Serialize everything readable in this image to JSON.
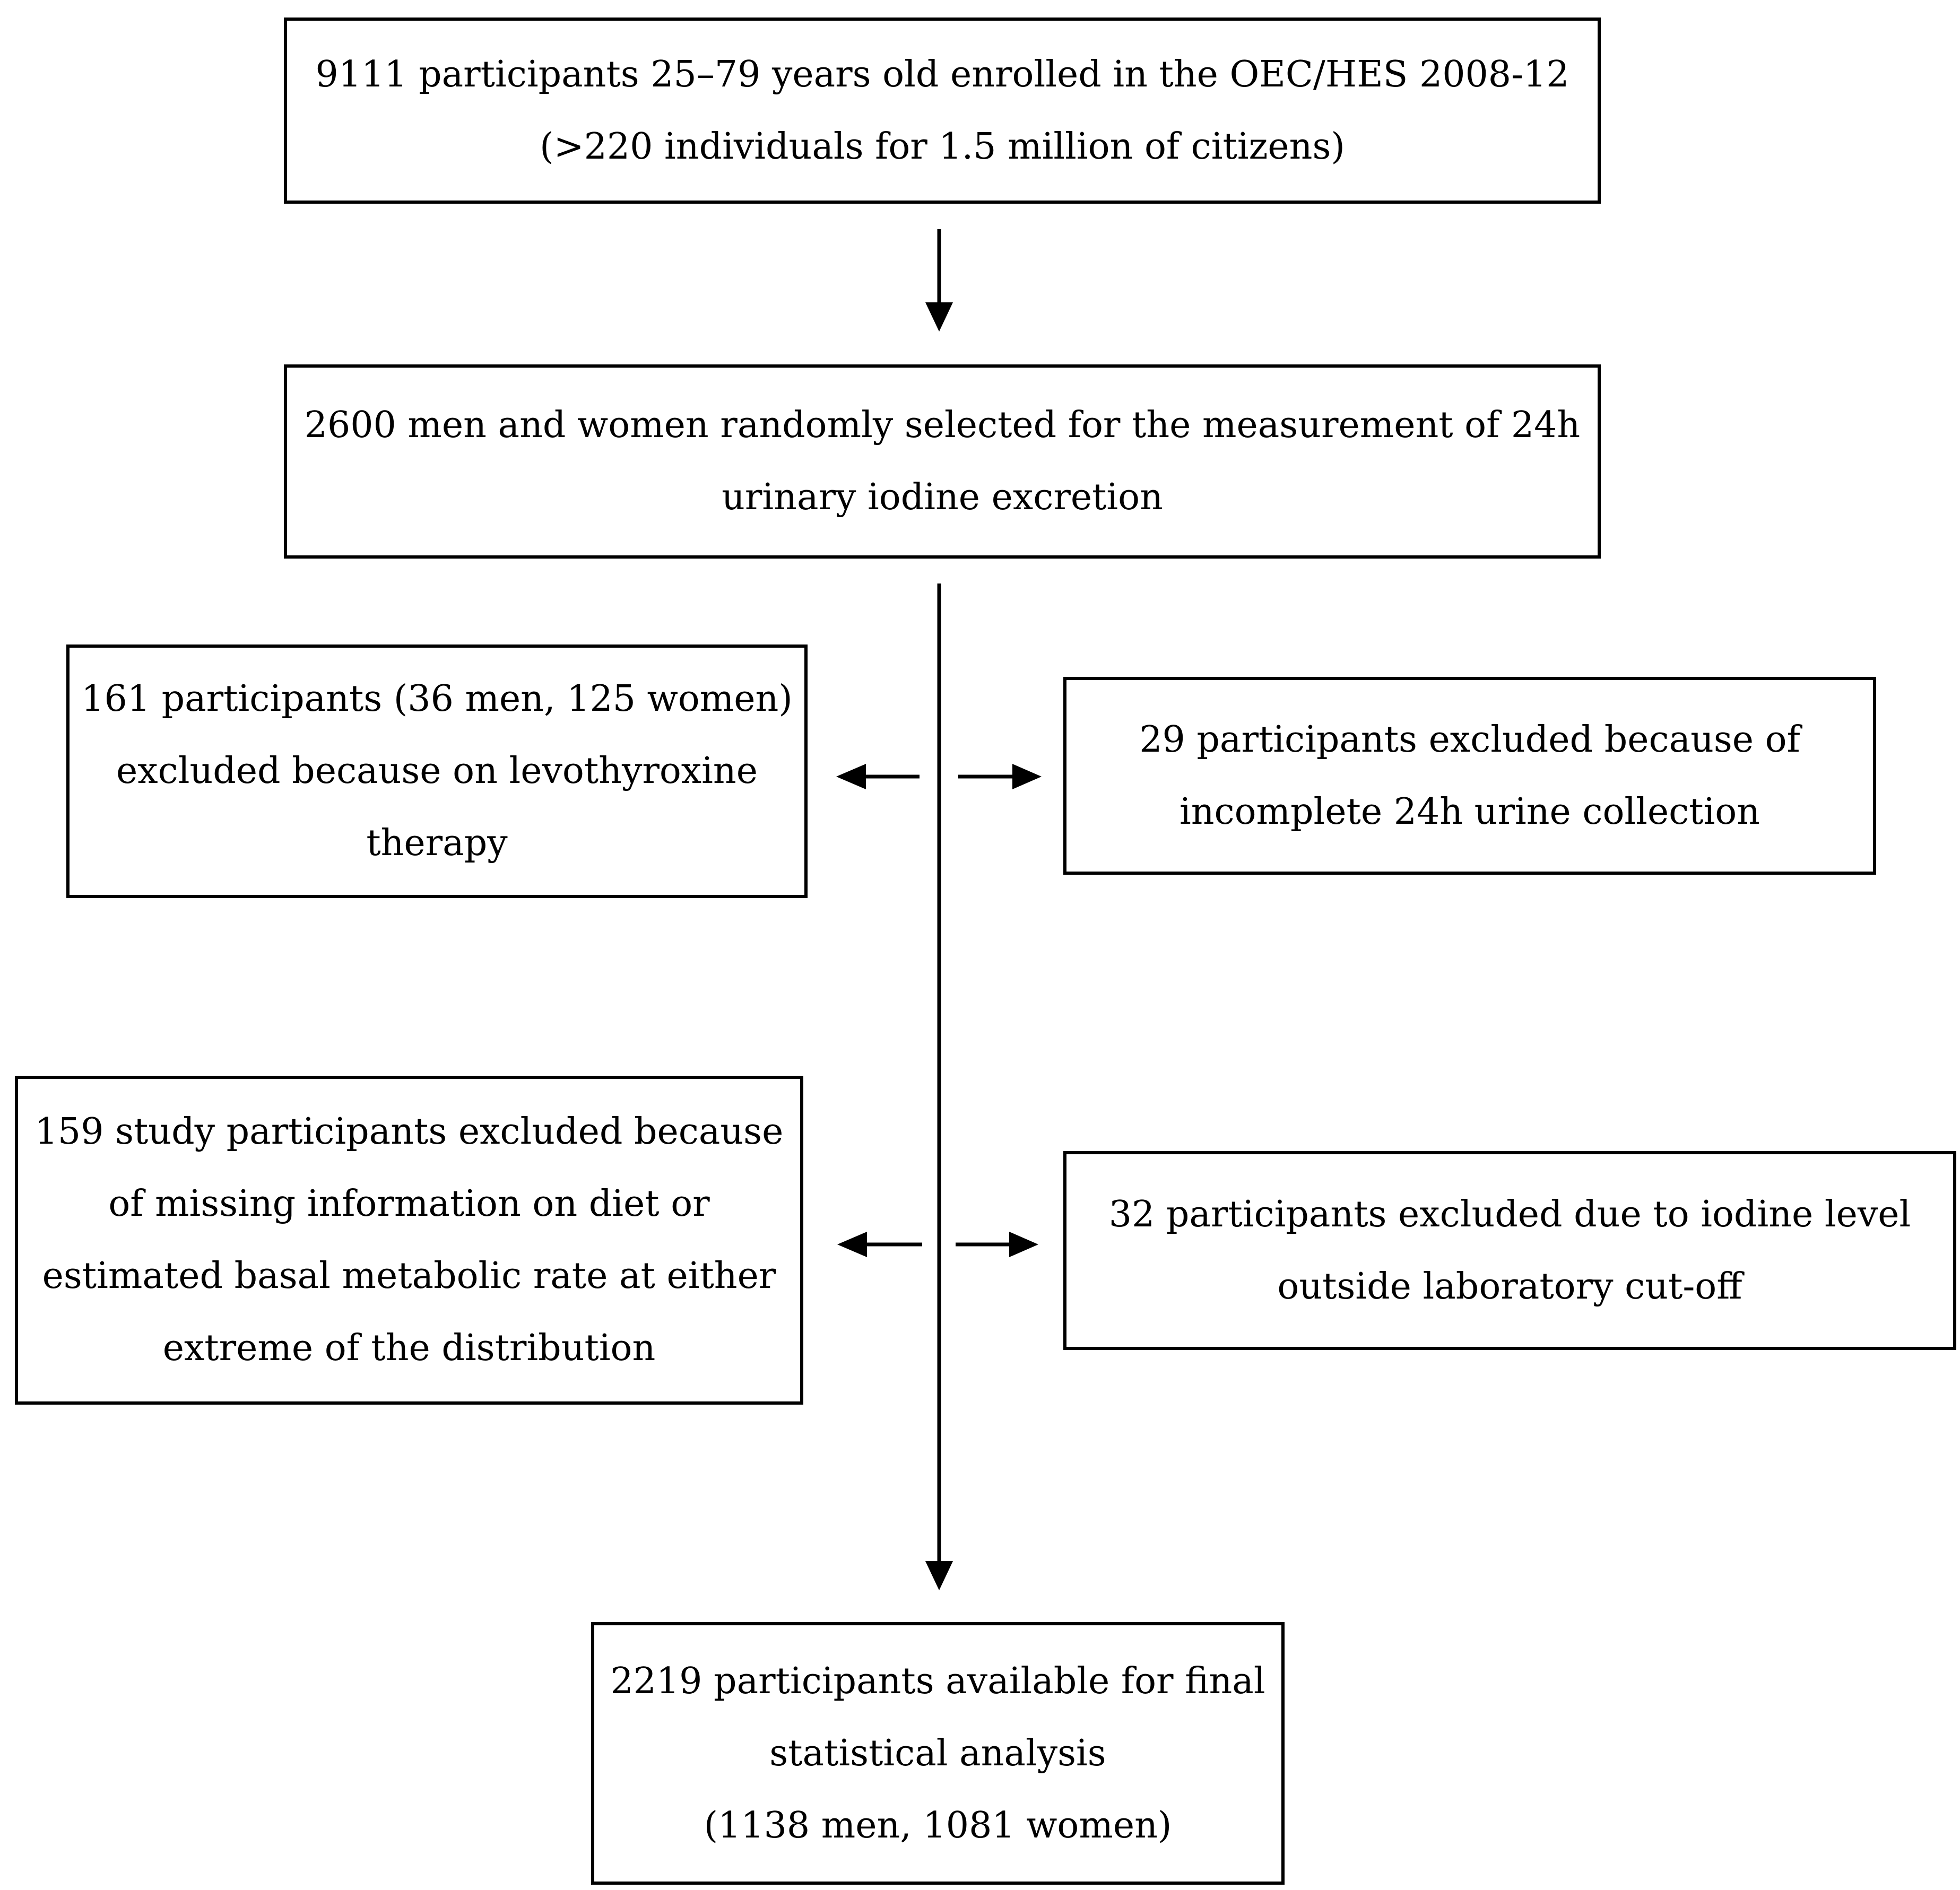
{
  "boxes": {
    "enrolled": {
      "lines": [
        "9111 participants 25–79 years old enrolled in the OEC/HES 2008-12",
        "(>220 individuals for 1.5 million of citizens)"
      ]
    },
    "selected": {
      "lines": [
        "2600 men and women randomly selected for the measurement of 24h",
        "urinary iodine excretion"
      ]
    },
    "levothyroxine_excluded": {
      "lines": [
        "161 participants (36 men, 125 women)",
        "excluded because on levothyroxine",
        "therapy"
      ]
    },
    "urine_excluded": {
      "lines": [
        "29 participants excluded because of",
        "incomplete 24h urine collection"
      ]
    },
    "diet_excluded": {
      "lines": [
        "159 study participants excluded because",
        "of missing information on diet or",
        "estimated basal metabolic rate at either",
        "extreme of the distribution"
      ]
    },
    "iodine_excluded": {
      "lines": [
        "32 participants excluded due to iodine level",
        "outside laboratory cut-off"
      ]
    },
    "final": {
      "lines": [
        "2219 participants available for final",
        "statistical analysis",
        "(1138 men, 1081 women)"
      ]
    }
  },
  "colors": {
    "line": "#000000",
    "background": "#ffffff"
  }
}
